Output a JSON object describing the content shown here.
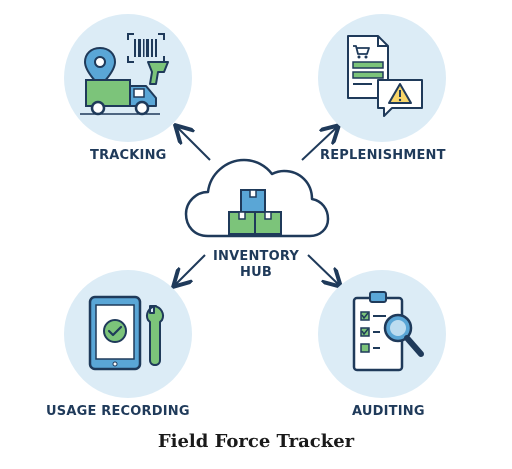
{
  "title": "Field Force Tracker",
  "hub": {
    "label_line1": "INVENTORY",
    "label_line2": "HUB",
    "icon": "cloud-boxes-icon"
  },
  "nodes": [
    {
      "key": "tracking",
      "label": "TRACKING",
      "icon": "delivery-truck-barcode-icon"
    },
    {
      "key": "replenishment",
      "label": "REPLENISHMENT",
      "icon": "document-warning-icon"
    },
    {
      "key": "usage_recording",
      "label": "USAGE RECORDING",
      "icon": "tablet-wrench-icon"
    },
    {
      "key": "auditing",
      "label": "AUDITING",
      "icon": "clipboard-magnifier-icon"
    }
  ],
  "colors": {
    "outline": "#1f3a5a",
    "circle_fill": "#dcecf6",
    "blue_fill": "#5aa6d6",
    "green_fill": "#7cc47a",
    "warning_fill": "#f7d56a"
  }
}
